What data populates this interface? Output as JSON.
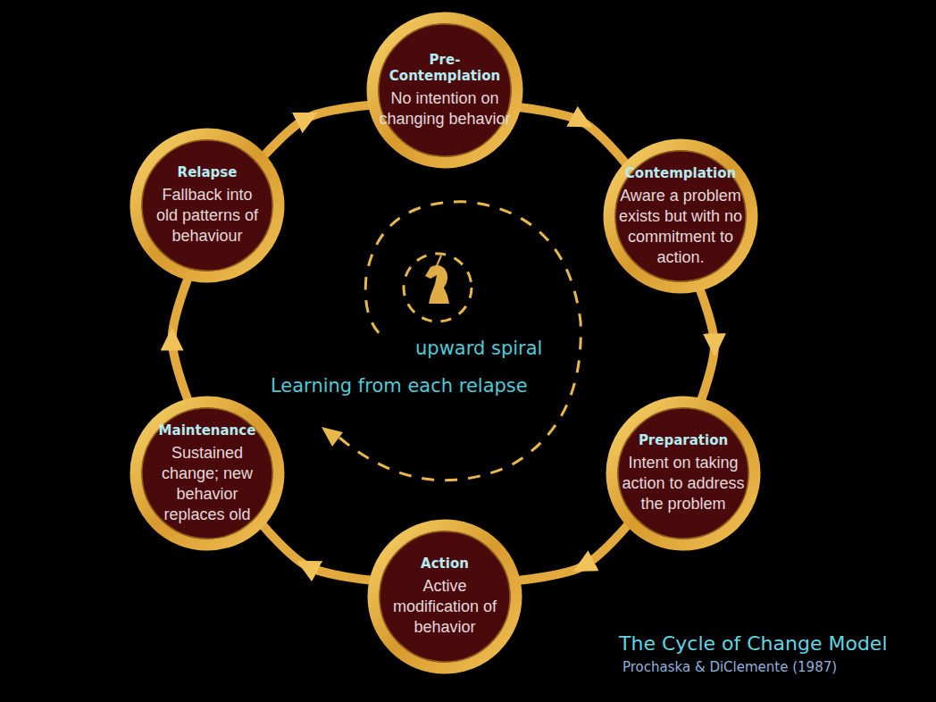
{
  "diagram": {
    "title": "The Cycle of Change Model",
    "caption": "Prochaska & DiClemente (1987)",
    "nodes": [
      {
        "text": [
          "Pre- Contemplation",
          "No intention on changing behavior"
        ]
      },
      {
        "text": [
          "Contemplation",
          "Aware a problem exists but with no commitment to action."
        ]
      },
      {
        "text": [
          "Preparation",
          "Intent on taking action to address the problem"
        ]
      },
      {
        "text": [
          "Action",
          "Active modification of behavior"
        ]
      },
      {
        "text": [
          "Maintenance",
          "Sustained change; new behavior replaces old"
        ]
      },
      {
        "text": [
          "Relapse",
          "Fallback into old patterns of behaviour"
        ]
      }
    ],
    "edges": [
      {
        "from": 0,
        "to": 1,
        "arrow": "to"
      },
      {
        "from": 1,
        "to": 2,
        "arrow": "to"
      },
      {
        "from": 2,
        "to": 3,
        "arrow": "to"
      },
      {
        "from": 3,
        "to": 4,
        "arrow": "to"
      },
      {
        "from": 4,
        "to": 5,
        "arrow": "to"
      },
      {
        "from": 5,
        "to": 0,
        "arrow": "to"
      }
    ],
    "labels": [
      "upward spiral",
      "Learning from each relapse"
    ]
  }
}
